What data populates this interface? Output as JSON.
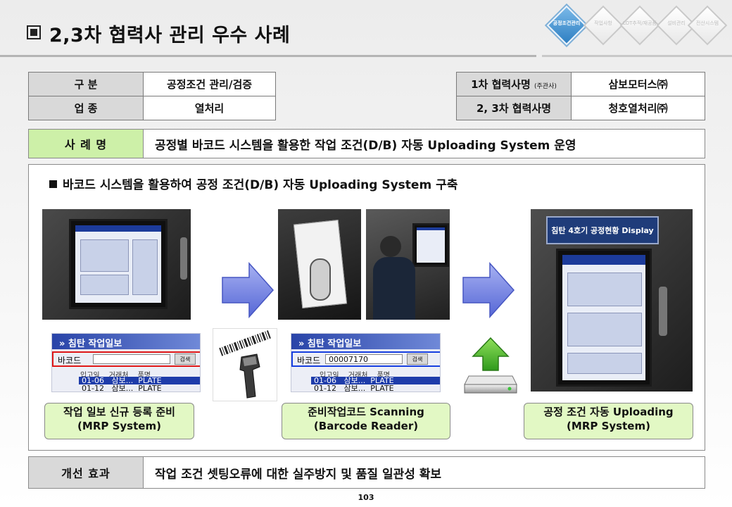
{
  "header": {
    "title": "2,3차 협력사 관리 우수 사례",
    "nav": [
      {
        "label": "공정조건관리",
        "active": true
      },
      {
        "label": "작업사항",
        "active": false
      },
      {
        "label": "LOT추적/재공품",
        "active": false
      },
      {
        "label": "설비관리",
        "active": false
      },
      {
        "label": "전산시스템",
        "active": false
      }
    ]
  },
  "info_left": {
    "rows": [
      {
        "key": "구    분",
        "value": "공정조건 관리/검증"
      },
      {
        "key": "업    종",
        "value": "열처리"
      }
    ]
  },
  "info_right": {
    "rows": [
      {
        "key": "1차 협력사명",
        "key_note": "(주관사)",
        "value": "삼보모터스㈜"
      },
      {
        "key": "2, 3차 협력사명",
        "key_note": "",
        "value": "청호열처리㈜"
      }
    ]
  },
  "case": {
    "label": "사 례 명",
    "text": "공정별 바코드 시스템을 활용한 작업 조건(D/B) 자동 Uploading System 운영"
  },
  "content": {
    "bullet": "바코드 시스템을 활용하여 공정 조건(D/B) 자동 Uploading System 구축",
    "screen_title": "» 침탄 작업일보",
    "screen_field": "바코드",
    "screen_field_value": "00007170",
    "screen_button": "검색",
    "screen_cols": [
      "입고일",
      "거래처",
      "품명"
    ],
    "screen_rows": [
      [
        "01-06",
        "삼보...",
        "PLATE"
      ],
      [
        "01-12",
        "삼보...",
        "PLATE"
      ]
    ],
    "display_sign": "침탄 4호기 공정현황 Display",
    "steps": [
      {
        "line1": "작업 일보 신규 등록 준비",
        "line2": "(MRP System)"
      },
      {
        "line1": "준비작업코드 Scanning",
        "line2": "(Barcode Reader)"
      },
      {
        "line1": "공정 조건 자동 Uploading",
        "line2": "(MRP System)"
      }
    ]
  },
  "effect": {
    "label": "개선 효과",
    "text": "작업 조건 셋팅오류에 대한 실주방지 및 품질 일관성 확보"
  },
  "footer": {
    "page": "103"
  },
  "colors": {
    "accent_green": "#d8f5b4",
    "caption_green": "#e2f8c4",
    "nav_blue": "#2e7fc2",
    "arrow_blue": "#6f7ee0",
    "highlight_red": "#e01818",
    "highlight_blue": "#1840e0"
  }
}
